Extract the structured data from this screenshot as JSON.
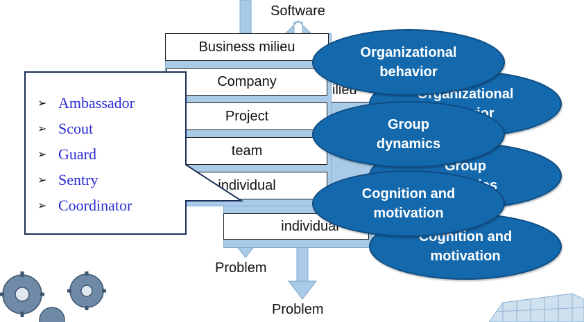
{
  "top_label": "Software",
  "bottom_labels": [
    "Problem",
    "Problem"
  ],
  "layers_front": [
    "Business milieu",
    "Company",
    "Project",
    "team",
    "individual"
  ],
  "layers_back_partial": [
    "ilieu",
    "individual"
  ],
  "ellipses_front": [
    "Organizational\nbehavior",
    "Group\ndynamics",
    "Cognition and\nmotivation"
  ],
  "ellipses_back": [
    "Organizational\nbehavior",
    "Group\ndynamics",
    "Cognition and\nmotivation"
  ],
  "roles": [
    "Ambassador",
    "Scout",
    "Guard",
    "Sentry",
    "Coordinator"
  ],
  "colors": {
    "ellipse": "#1469ad",
    "stripe": "#a9cbe7",
    "role_text": "#2b2bd6"
  }
}
